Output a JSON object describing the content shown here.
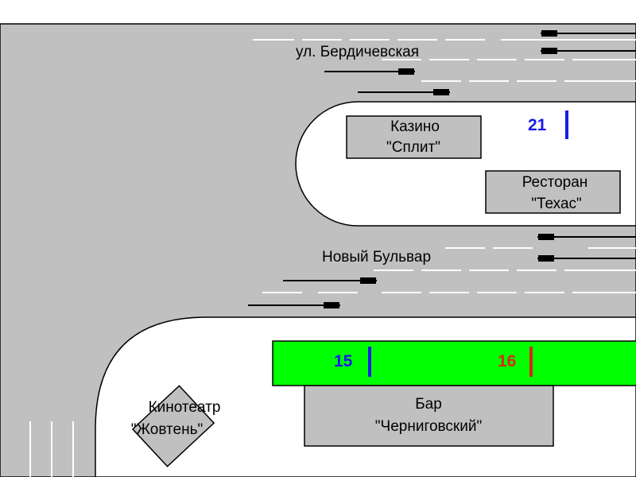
{
  "streets": {
    "berdichevskaya": "ул. Бердичевская",
    "novy_bulvar": "Новый Бульвар"
  },
  "buildings": {
    "casino": {
      "line1": "Казино",
      "line2": "\"Сплит\""
    },
    "restaurant": {
      "line1": "Ресторан",
      "line2": "\"Техас\""
    },
    "bar": {
      "line1": "Бар",
      "line2": "\"Черниговский\""
    },
    "cinema": {
      "line1": "Кинотеатр",
      "line2": "\"Жовтень\""
    }
  },
  "stops": [
    {
      "number": "21",
      "color": "#1a1ae6"
    },
    {
      "number": "15",
      "color": "#1a1ae6"
    },
    {
      "number": "16",
      "color": "#d42a1a"
    }
  ],
  "colors": {
    "road": "#c0c0c0",
    "building": "#c0c0c0",
    "green_zone": "#00ff00",
    "lane_marking": "#ffffff",
    "direction_arrow": "#000000"
  }
}
